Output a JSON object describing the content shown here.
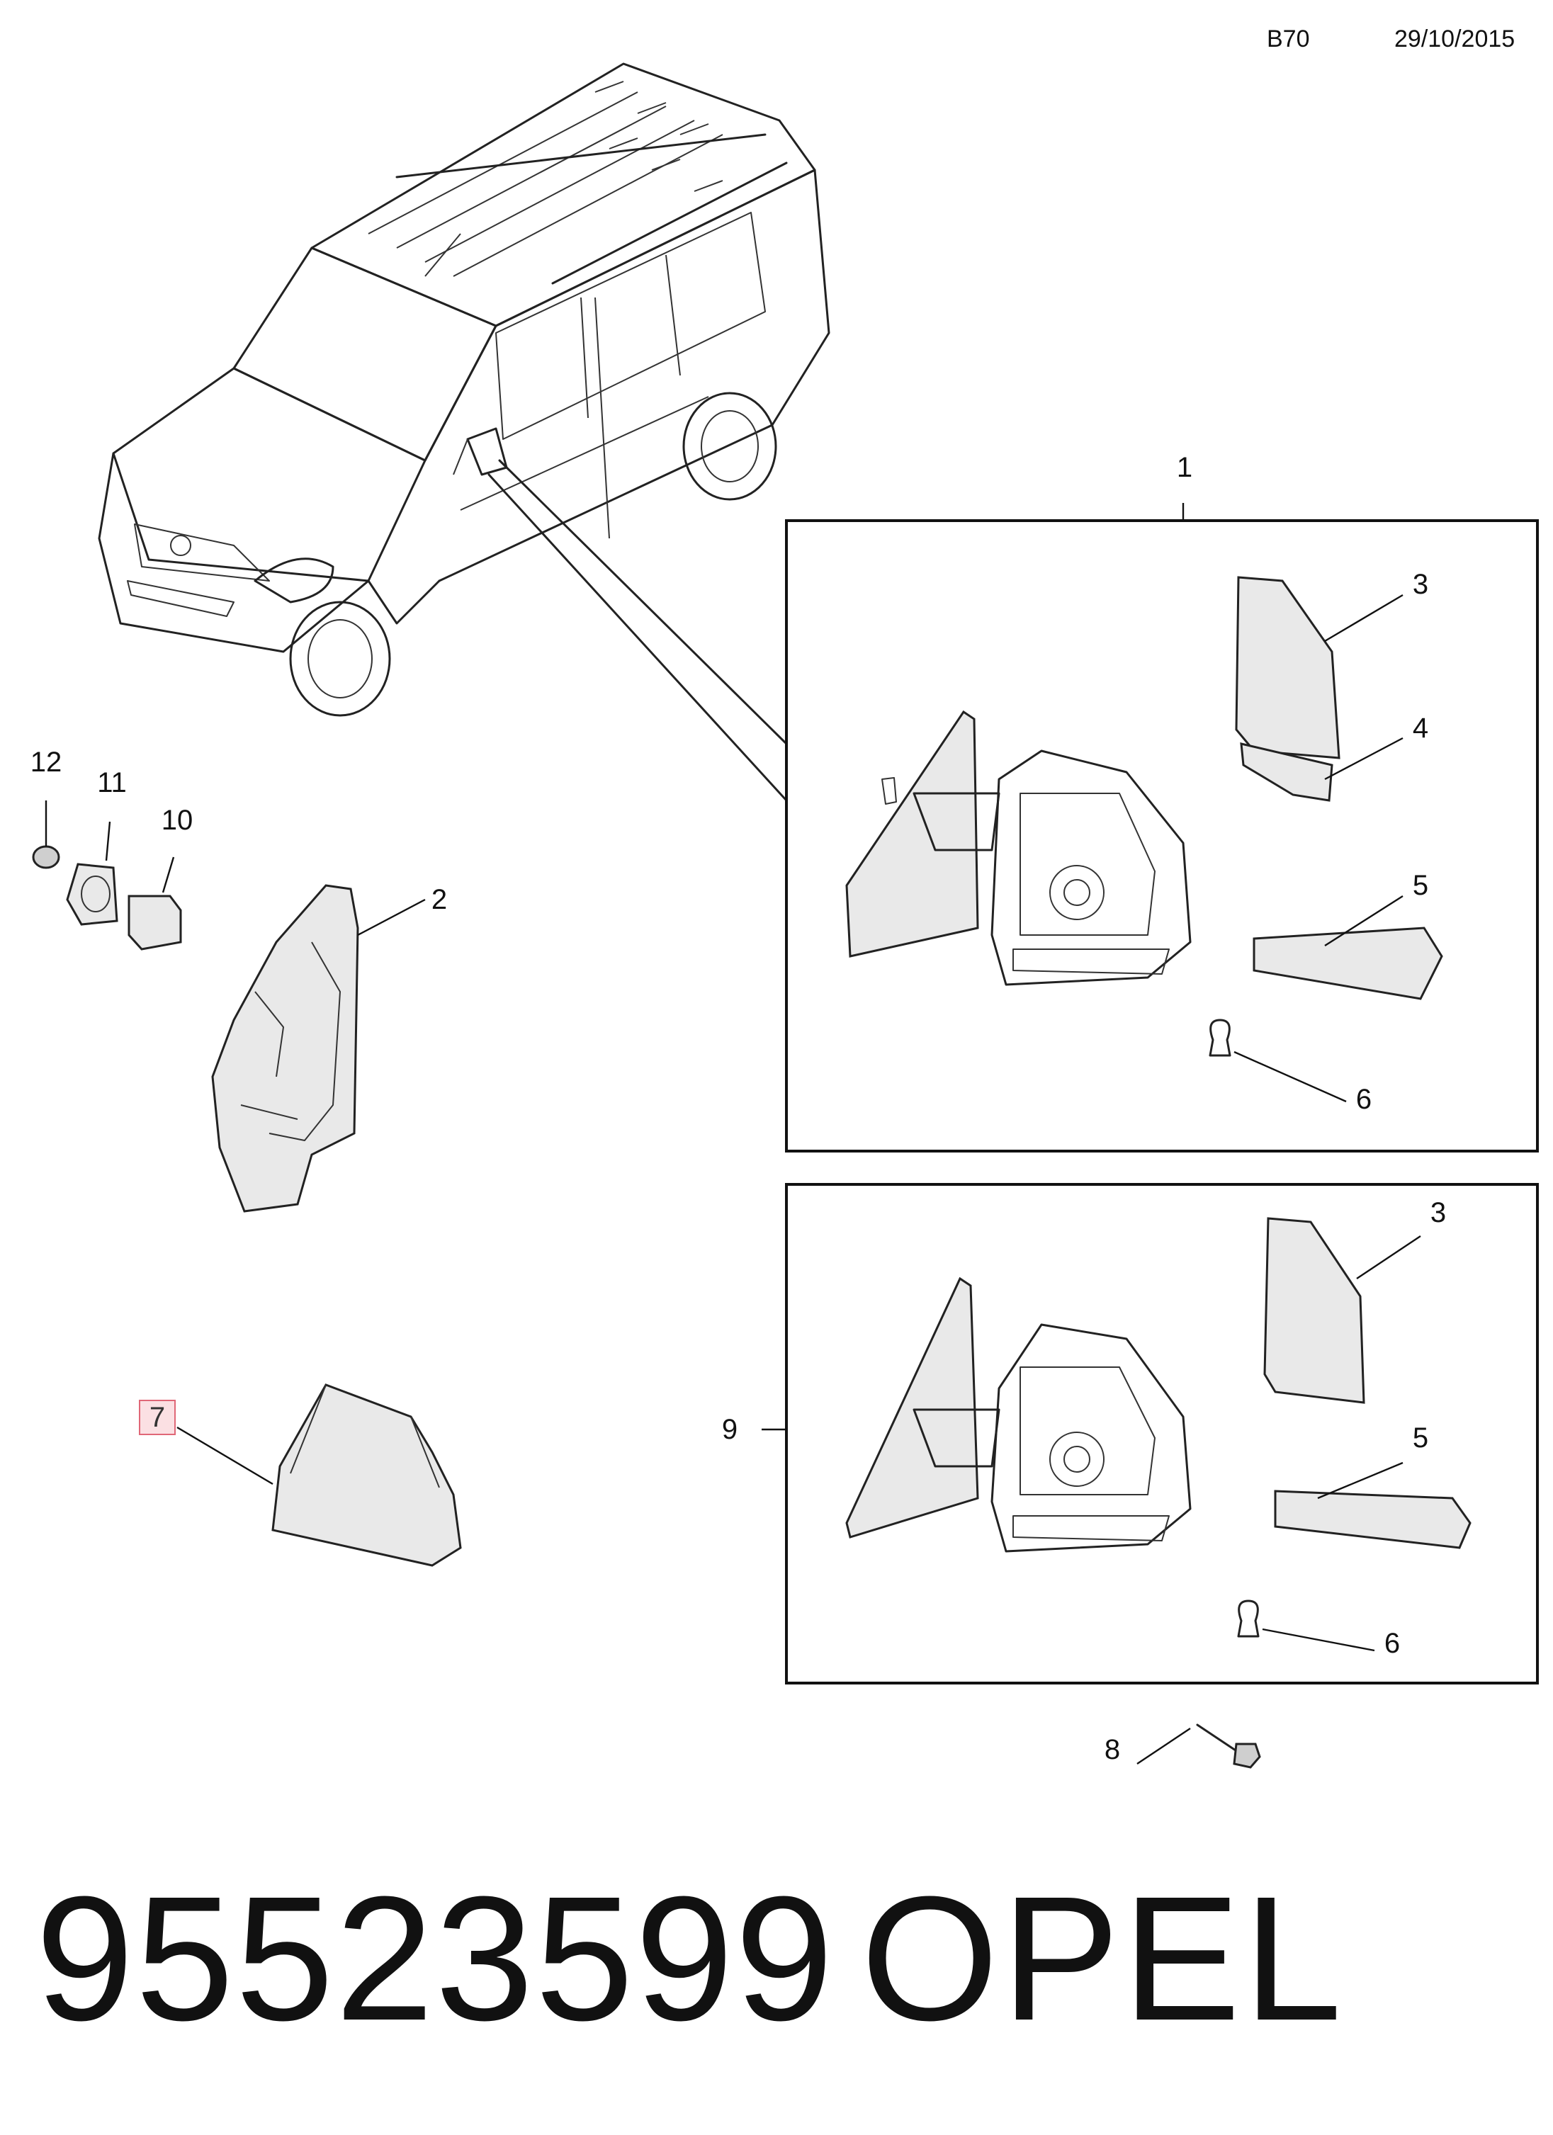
{
  "header": {
    "section_code": "B70",
    "date": "29/10/2015"
  },
  "callouts": {
    "c1": "1",
    "c2": "2",
    "c3a": "3",
    "c4": "4",
    "c5a": "5",
    "c6a": "6",
    "c7": "7",
    "c8": "8",
    "c9": "9",
    "c3b": "3",
    "c5b": "5",
    "c6b": "6",
    "c10": "10",
    "c11": "11",
    "c12": "12"
  },
  "highlighted_callout": "7",
  "footer": {
    "part_number": "95523599",
    "brand": "OPEL"
  },
  "colors": {
    "highlight_fill": "#fbe0e3",
    "highlight_border": "#e06777",
    "line": "#222222"
  }
}
